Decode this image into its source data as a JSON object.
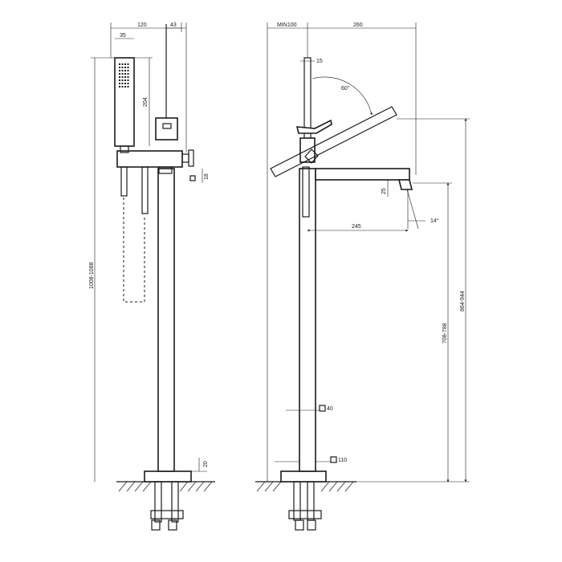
{
  "dimensions": {
    "head_width_total": "120",
    "spout_width": "43",
    "shower_head_width": "35",
    "shower_head_length": "204",
    "side_clearance": "18",
    "total_height_left": "1008-1088",
    "base_height": "20",
    "min_wall": "MIN100",
    "spout_reach": "260",
    "handle_width": "15",
    "lever_angle": "60°",
    "spout_offset": "25",
    "spout_projection": "245",
    "spray_angle": "14°",
    "spout_height": "864-944",
    "outlet_height": "708-788",
    "column_section": "40",
    "base_section": "110"
  }
}
